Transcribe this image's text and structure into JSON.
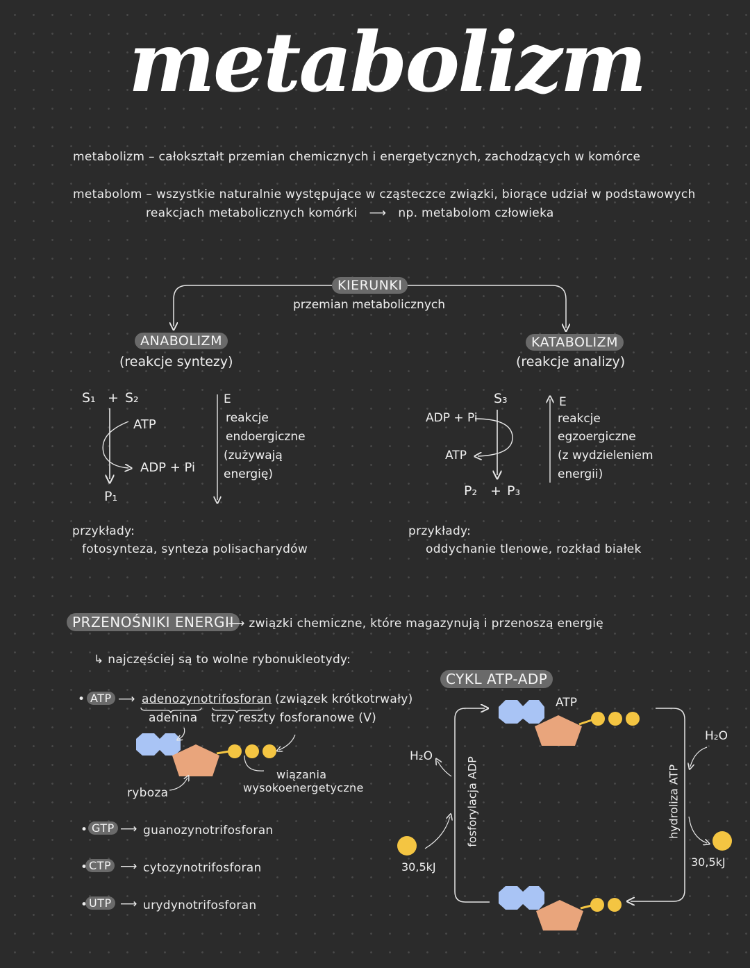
{
  "title": "metabolizm",
  "definitions": {
    "metabolizm": {
      "term": "metabolizm",
      "text": "całokształt przemian chemicznych i energetycznych, zachodzących w komórce"
    },
    "metabolom": {
      "term": "metabolom",
      "text_line1": "wszystkie naturalnie występujące w cząsteczce związki, biorące udział w podstawowych",
      "text_line2": "reakcjach metabolicznych komórki",
      "example": "np. metabolom człowieka"
    }
  },
  "directions": {
    "label": "KIERUNKI",
    "sublabel": "przemian metabolicznych",
    "anabolism": {
      "label": "ANABOLIZM",
      "sub": "(reakcje syntezy)",
      "s1": "S₁",
      "plus": "+",
      "s2": "S₂",
      "atp": "ATP",
      "adp": "ADP + Pi",
      "product": "P₁",
      "energy": "E",
      "desc": [
        "reakcje",
        "endoergiczne",
        "(zużywają",
        "energię)"
      ],
      "examples_label": "przykłady:",
      "examples": "fotosynteza, synteza polisacharydów"
    },
    "catabolism": {
      "label": "KATABOLIZM",
      "sub": "(reakcje analizy)",
      "substrate": "S₃",
      "adp": "ADP + Pi",
      "atp": "ATP",
      "p2": "P₂",
      "plus": "+",
      "p3": "P₃",
      "energy": "E",
      "desc": [
        "reakcje",
        "egzoergiczne",
        "(z wydzieleniem",
        "energii)"
      ],
      "examples_label": "przykłady:",
      "examples": "oddychanie tlenowe, rozkład białek"
    }
  },
  "carriers": {
    "label": "PRZENOŚNIKI ENERGII",
    "desc": "związki chemiczne, które magazynują i przenoszą energię",
    "note": "najczęściej są to wolne rybonukleotydy:",
    "atp": {
      "abbr": "ATP",
      "name": "adenozynotrifosforan",
      "note": "(związek krótkotrwały)",
      "adenine": "adenina",
      "phosphates": "trzy reszty fosforanowe (V)",
      "ribose": "ryboza",
      "bonds_line1": "wiązania",
      "bonds_line2": "wysokoenergetyczne"
    },
    "others": [
      {
        "abbr": "GTP",
        "name": "guanozynotrifosforan"
      },
      {
        "abbr": "CTP",
        "name": "cytozynotrifosforan"
      },
      {
        "abbr": "UTP",
        "name": "urydynotrifosforan"
      }
    ]
  },
  "cycle": {
    "label": "CYKL ATP-ADP",
    "atp": "ATP",
    "water_left": "H₂O",
    "water_right": "H₂O",
    "energy_left": "30,5kJ",
    "energy_right": "30,5kJ",
    "left_process": "fosforylacja ADP",
    "right_process": "hydroliza ATP"
  },
  "colors": {
    "background": "#2b2b2b",
    "pill": "#6a6a6a",
    "adenine": "#a9c4f5",
    "ribose": "#e9a57c",
    "phosphate": "#f4c542"
  }
}
